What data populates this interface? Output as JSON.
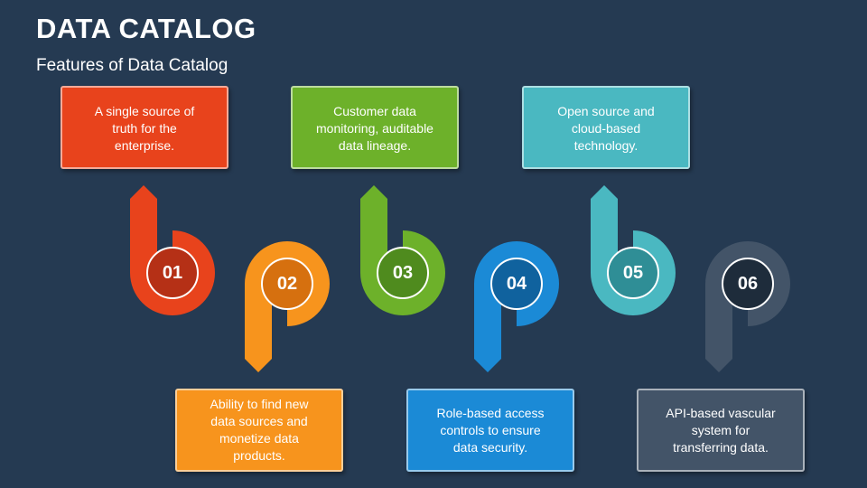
{
  "header": {
    "title": "DATA CATALOG",
    "subtitle": "Features of Data Catalog"
  },
  "steps": [
    {
      "number": "01",
      "text": "A single source of truth for the enterprise.",
      "position": "top",
      "color": "#e8431c",
      "circle_color": "#b53016"
    },
    {
      "number": "02",
      "text": "Ability to find new data sources and monetize data products.",
      "position": "bottom",
      "color": "#f7941d",
      "circle_color": "#d6700f"
    },
    {
      "number": "03",
      "text": "Customer data monitoring, auditable data lineage.",
      "position": "top",
      "color": "#6db12a",
      "circle_color": "#4f8b1e"
    },
    {
      "number": "04",
      "text": "Role-based access controls to ensure data security.",
      "position": "bottom",
      "color": "#1b8ad6",
      "circle_color": "#10629e"
    },
    {
      "number": "05",
      "text": "Open source and cloud-based technology.",
      "position": "top",
      "color": "#4ab8c1",
      "circle_color": "#2f8e96"
    },
    {
      "number": "06",
      "text": "API-based vascular system for transferring data.",
      "position": "bottom",
      "color": "#435468",
      "circle_color": "#1e2c3b"
    }
  ]
}
